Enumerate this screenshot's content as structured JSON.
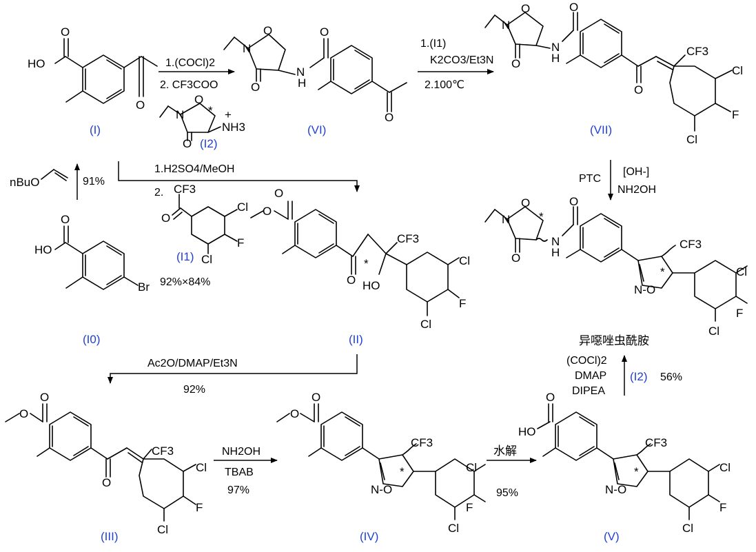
{
  "colors": {
    "label": "#1f3fd6",
    "ink": "#000000"
  },
  "compounds": {
    "I0": "(I0)",
    "I": "(I)",
    "II": "(II)",
    "III": "(III)",
    "IV": "(IV)",
    "V": "(V)",
    "VI": "(VI)",
    "VII": "(VII)",
    "I1": "(I1)",
    "I2": "(I2)"
  },
  "product_name": "异噁唑虫酰胺",
  "atoms": {
    "HO": "HO",
    "O": "O",
    "N": "N",
    "H": "H",
    "CF3": "CF3",
    "Cl": "Cl",
    "F": "F",
    "Br": "Br",
    "HOstar": "HO",
    "NH3": "NH3",
    "NO": "N-O",
    "nBuO": "nBuO",
    "star": "*",
    "plus": "+"
  },
  "steps": {
    "s1": {
      "c1": "1.(COCl)2",
      "c2": "2. CF3COO"
    },
    "s2": {
      "c1": "1.(I1)",
      "c2": "K2CO3/Et3N",
      "c3": "2.100℃"
    },
    "s3": {
      "y": "91%"
    },
    "s4": {
      "c1": "1.H2SO4/MeOH",
      "c2": "2.",
      "y": "92%×84%"
    },
    "s5": {
      "c1": "PTC",
      "c2": "[OH-]",
      "c3": "NH2OH"
    },
    "s6": {
      "c1": "Ac2O/DMAP/Et3N",
      "y": "92%"
    },
    "s7": {
      "c1": "NH2OH",
      "c2": "TBAB",
      "y": "97%"
    },
    "s8": {
      "c1": "水解",
      "y": "95%"
    },
    "s9": {
      "c1": "(COCl)2",
      "c2": "DMAP",
      "c3": "DIPEA",
      "c4": "(I2)",
      "y": "56%"
    }
  }
}
